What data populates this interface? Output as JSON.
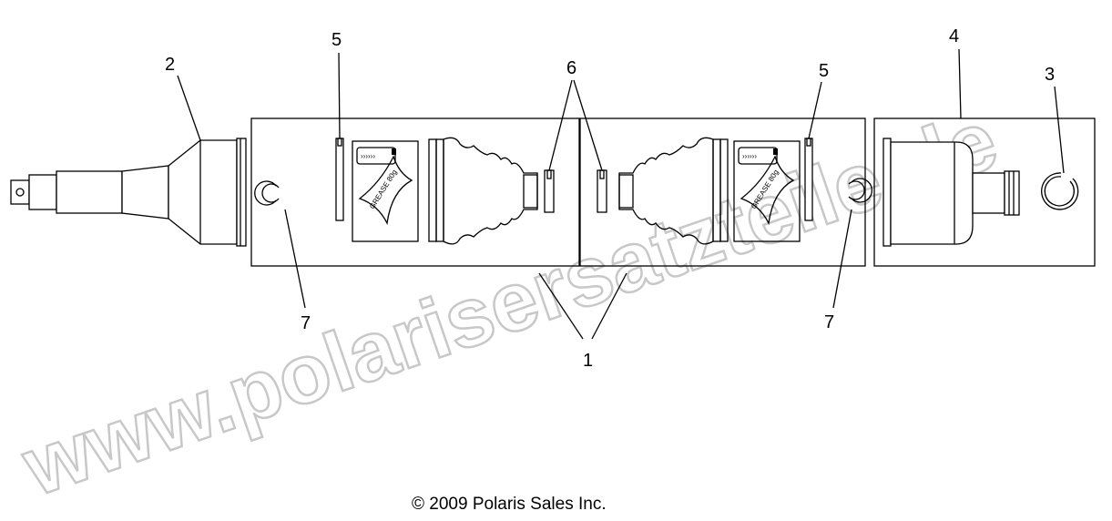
{
  "callouts": {
    "c1": "1",
    "c2": "2",
    "c3": "3",
    "c4": "4",
    "c5a": "5",
    "c5b": "5",
    "c6": "6",
    "c7a": "7",
    "c7b": "7"
  },
  "grease_bag_label": "GREASE 80g",
  "copyright": "© 2009 Polaris Sales Inc.",
  "watermark": "www.polarisersatzteile.de"
}
